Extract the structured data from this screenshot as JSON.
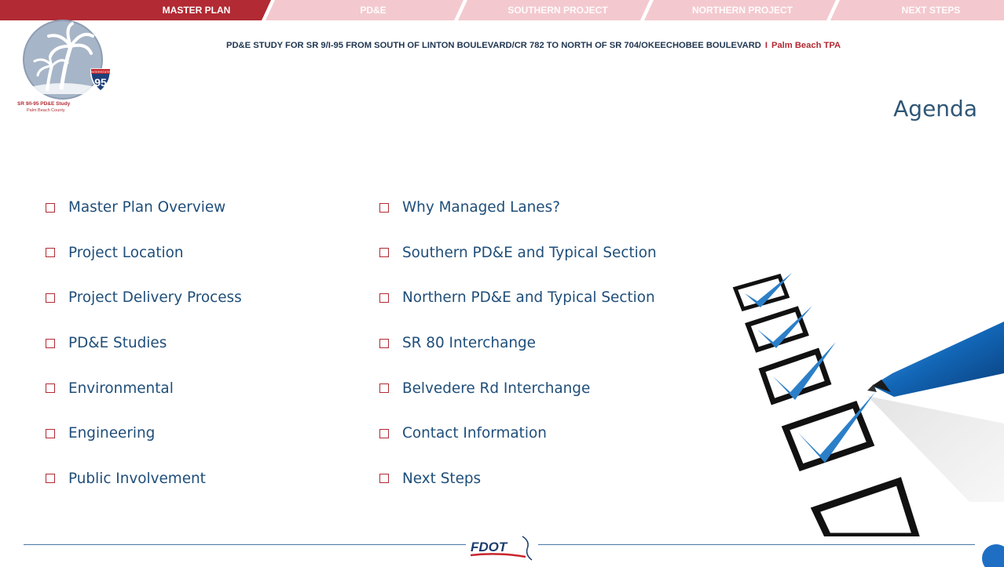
{
  "nav": {
    "tabs": [
      {
        "label": "MASTER PLAN",
        "active": true
      },
      {
        "label": "PD&E",
        "active": false
      },
      {
        "label": "SOUTHERN PROJECT",
        "active": false
      },
      {
        "label": "NORTHERN PROJECT",
        "active": false
      },
      {
        "label": "NEXT STEPS",
        "active": false
      }
    ]
  },
  "header": {
    "subtitle_main": "PD&E STUDY FOR SR 9/I-95 FROM SOUTH OF LINTON BOULEVARD/CR 782 TO NORTH OF SR 704/OKEECHOBEE BOULEVARD",
    "subtitle_sep": "I",
    "subtitle_org": "Palm Beach TPA"
  },
  "logo": {
    "shield_number": "95",
    "shield_top": "INTERSTATE",
    "line1": "SR 9/I-95 PD&E Study",
    "line2": "Palm Beach County"
  },
  "title": "Agenda",
  "agenda": {
    "left": [
      "Master Plan Overview",
      "Project Location",
      "Project Delivery Process",
      "PD&E Studies",
      "Environmental",
      "Engineering",
      "Public Involvement"
    ],
    "right": [
      "Why Managed Lanes?",
      "Southern PD&E and Typical Section",
      "Northern PD&E and Typical Section",
      "SR 80 Interchange",
      "Belvedere Rd Interchange",
      "Contact Information",
      "Next Steps"
    ]
  },
  "footer": {
    "brand": "FDOT"
  },
  "colors": {
    "accent_red": "#b22a33",
    "tab_inactive": "#f3c9cf",
    "text_blue": "#1f4e79",
    "title_blue": "#2f5676"
  }
}
